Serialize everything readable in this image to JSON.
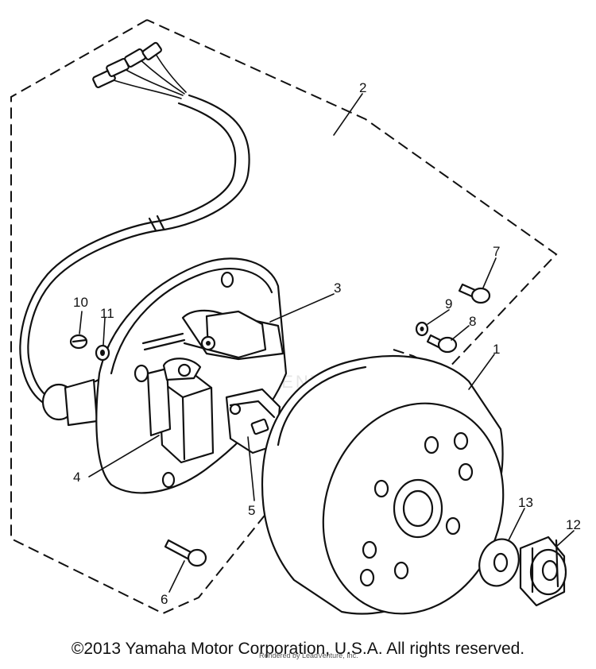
{
  "diagram": {
    "callouts": [
      {
        "id": "1",
        "text": "1"
      },
      {
        "id": "2",
        "text": "2"
      },
      {
        "id": "3",
        "text": "3"
      },
      {
        "id": "4",
        "text": "4"
      },
      {
        "id": "5",
        "text": "5"
      },
      {
        "id": "6",
        "text": "6"
      },
      {
        "id": "7",
        "text": "7"
      },
      {
        "id": "8",
        "text": "8"
      },
      {
        "id": "9",
        "text": "9"
      },
      {
        "id": "10",
        "text": "10"
      },
      {
        "id": "11",
        "text": "11"
      },
      {
        "id": "12",
        "text": "12"
      },
      {
        "id": "13",
        "text": "13"
      }
    ],
    "watermark": "ADVENTURE"
  },
  "footer": {
    "copyright": "©2013 Yamaha Motor Corporation, U.S.A. All rights reserved.",
    "rendered_by": "Rendered by LeadVenture, Inc."
  }
}
